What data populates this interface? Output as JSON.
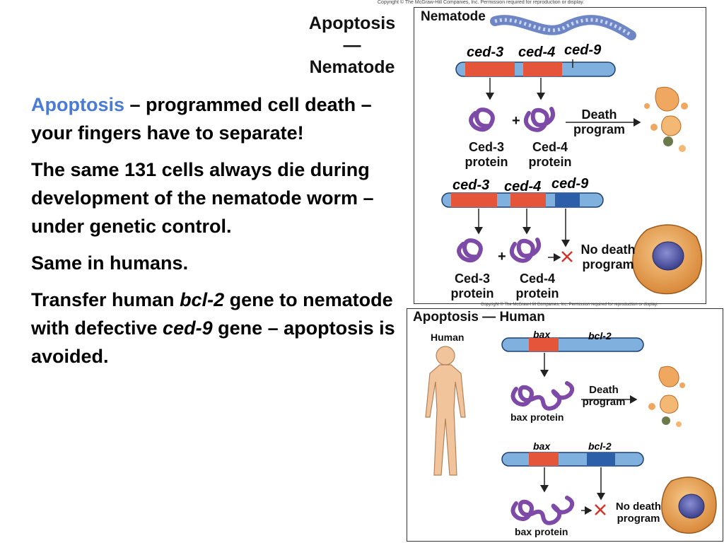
{
  "copyright_top": "Copyright © The McGraw-Hill Companies, Inc. Permission required for reproduction or display.",
  "copyright_bottom": "Copyright © The McGraw-Hill Companies, Inc. Permission required for reproduction or display.",
  "title": {
    "line1": "Apoptosis",
    "line2": "—",
    "line3": "Nematode"
  },
  "text": {
    "p1_highlight": "Apoptosis",
    "p1_rest": " – programmed cell death – your fingers have to separate!",
    "p2": "The same 131 cells always die during development of the nematode worm – under genetic control.",
    "p3": "Same in humans.",
    "p4_a": "Transfer human ",
    "p4_b": "bcl-2",
    "p4_c": " gene to nematode with defective ",
    "p4_d": "ced-9",
    "p4_e": " gene – apoptosis is avoided."
  },
  "nematode_panel": {
    "heading": "Nematode",
    "gene1": "ced-3",
    "gene2": "ced-4",
    "gene3": "ced-9",
    "protein1_a": "Ced-3",
    "protein1_b": "protein",
    "protein2_a": "Ced-4",
    "protein2_b": "protein",
    "plus": "+",
    "death_a": "Death",
    "death_b": "program",
    "nodeath_a": "No death",
    "nodeath_b": "program"
  },
  "human_panel": {
    "heading": "Apoptosis — Human",
    "human_label": "Human",
    "gene1": "bax",
    "gene2": "bcl-2",
    "protein": "bax protein",
    "death_a": "Death",
    "death_b": "program",
    "nodeath_a": "No death",
    "nodeath_b": "program"
  },
  "colors": {
    "highlight": "#4a7bd6",
    "dna_blue": "#7fb0de",
    "dna_red": "#e4553a",
    "dna_navy": "#2d5ea8",
    "protein": "#7d4aa8",
    "skin": "#f2c49c"
  }
}
